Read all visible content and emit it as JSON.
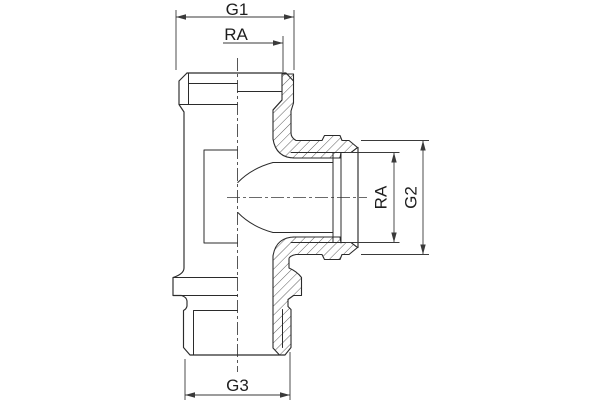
{
  "drawing": {
    "type": "technical-drawing-tee-fitting",
    "labels": {
      "g1": "G1",
      "ra_top": "RA",
      "ra_right": "RA",
      "g2": "G2",
      "g3": "G3"
    },
    "colors": {
      "background": "#ffffff",
      "line": "#2b2b2b",
      "dimension": "#3a3a3a",
      "text": "#1e1e1e"
    }
  }
}
